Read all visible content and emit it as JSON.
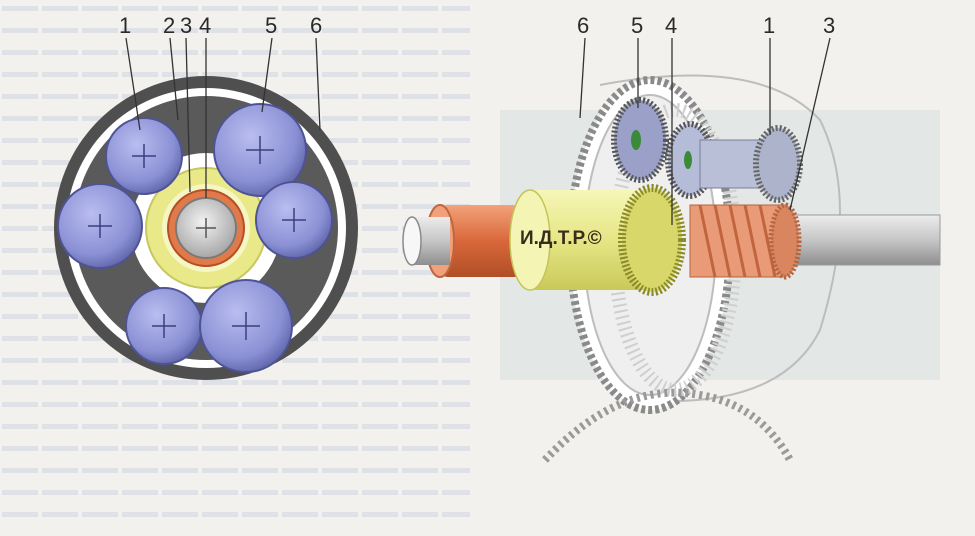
{
  "left_view": {
    "callouts": [
      "1",
      "2",
      "3",
      "4",
      "5",
      "6"
    ]
  },
  "right_view": {
    "callouts": [
      "6",
      "5",
      "4",
      "1",
      "3"
    ],
    "watermark": "И.Д.Т.Р.©"
  },
  "colors": {
    "background": "#f3f1ee",
    "text_bg": "#d9dee8",
    "rim": "#4f4f4f",
    "gear_blue": "#8e94d6",
    "sun_yellow": "#e9e98a",
    "shaft_copper": "#e07a4a",
    "center_gray": "#c9c9c9",
    "planet_green": "#3a8a3a"
  }
}
